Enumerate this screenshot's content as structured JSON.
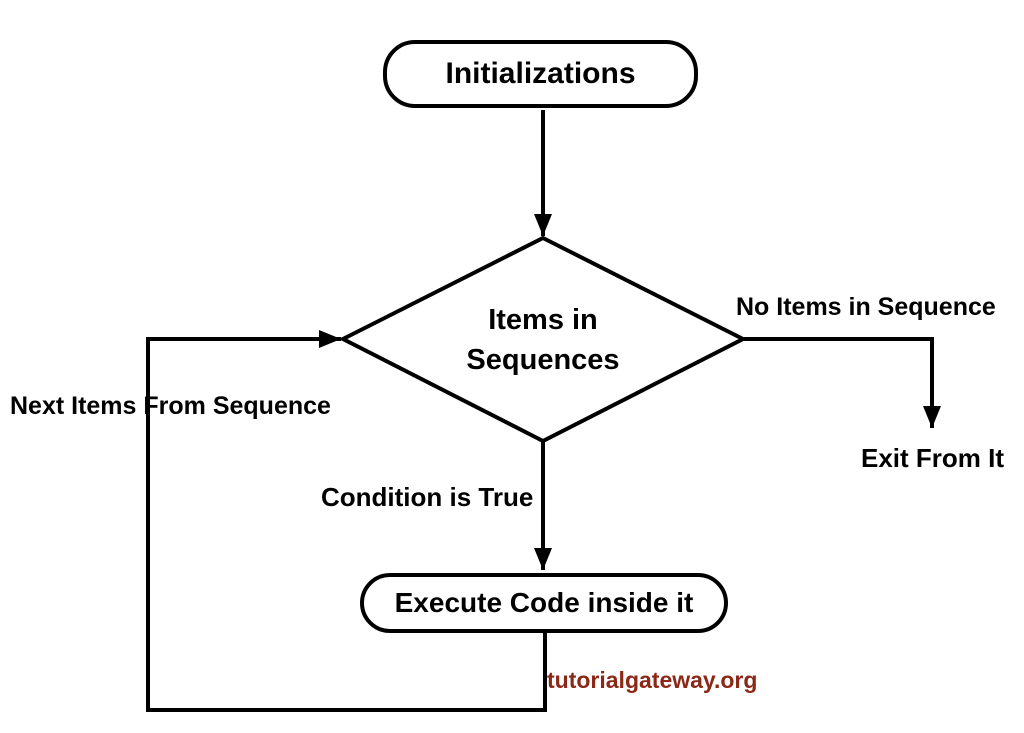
{
  "page": {
    "background_color": "#ffffff",
    "line_color": "#000000"
  },
  "flowchart": {
    "start_node": {
      "label": "Initializations"
    },
    "decision_node": {
      "label": "Items in\nSequences"
    },
    "process_node": {
      "label": "Execute Code inside it"
    },
    "edge_labels": {
      "no_items": "No Items in Sequence",
      "exit": "Exit From It",
      "condition_true": "Condition is True",
      "next_items": "Next Items From Sequence"
    },
    "watermark": {
      "text": "tutorialgateway.org",
      "color": "#8b2817"
    }
  }
}
